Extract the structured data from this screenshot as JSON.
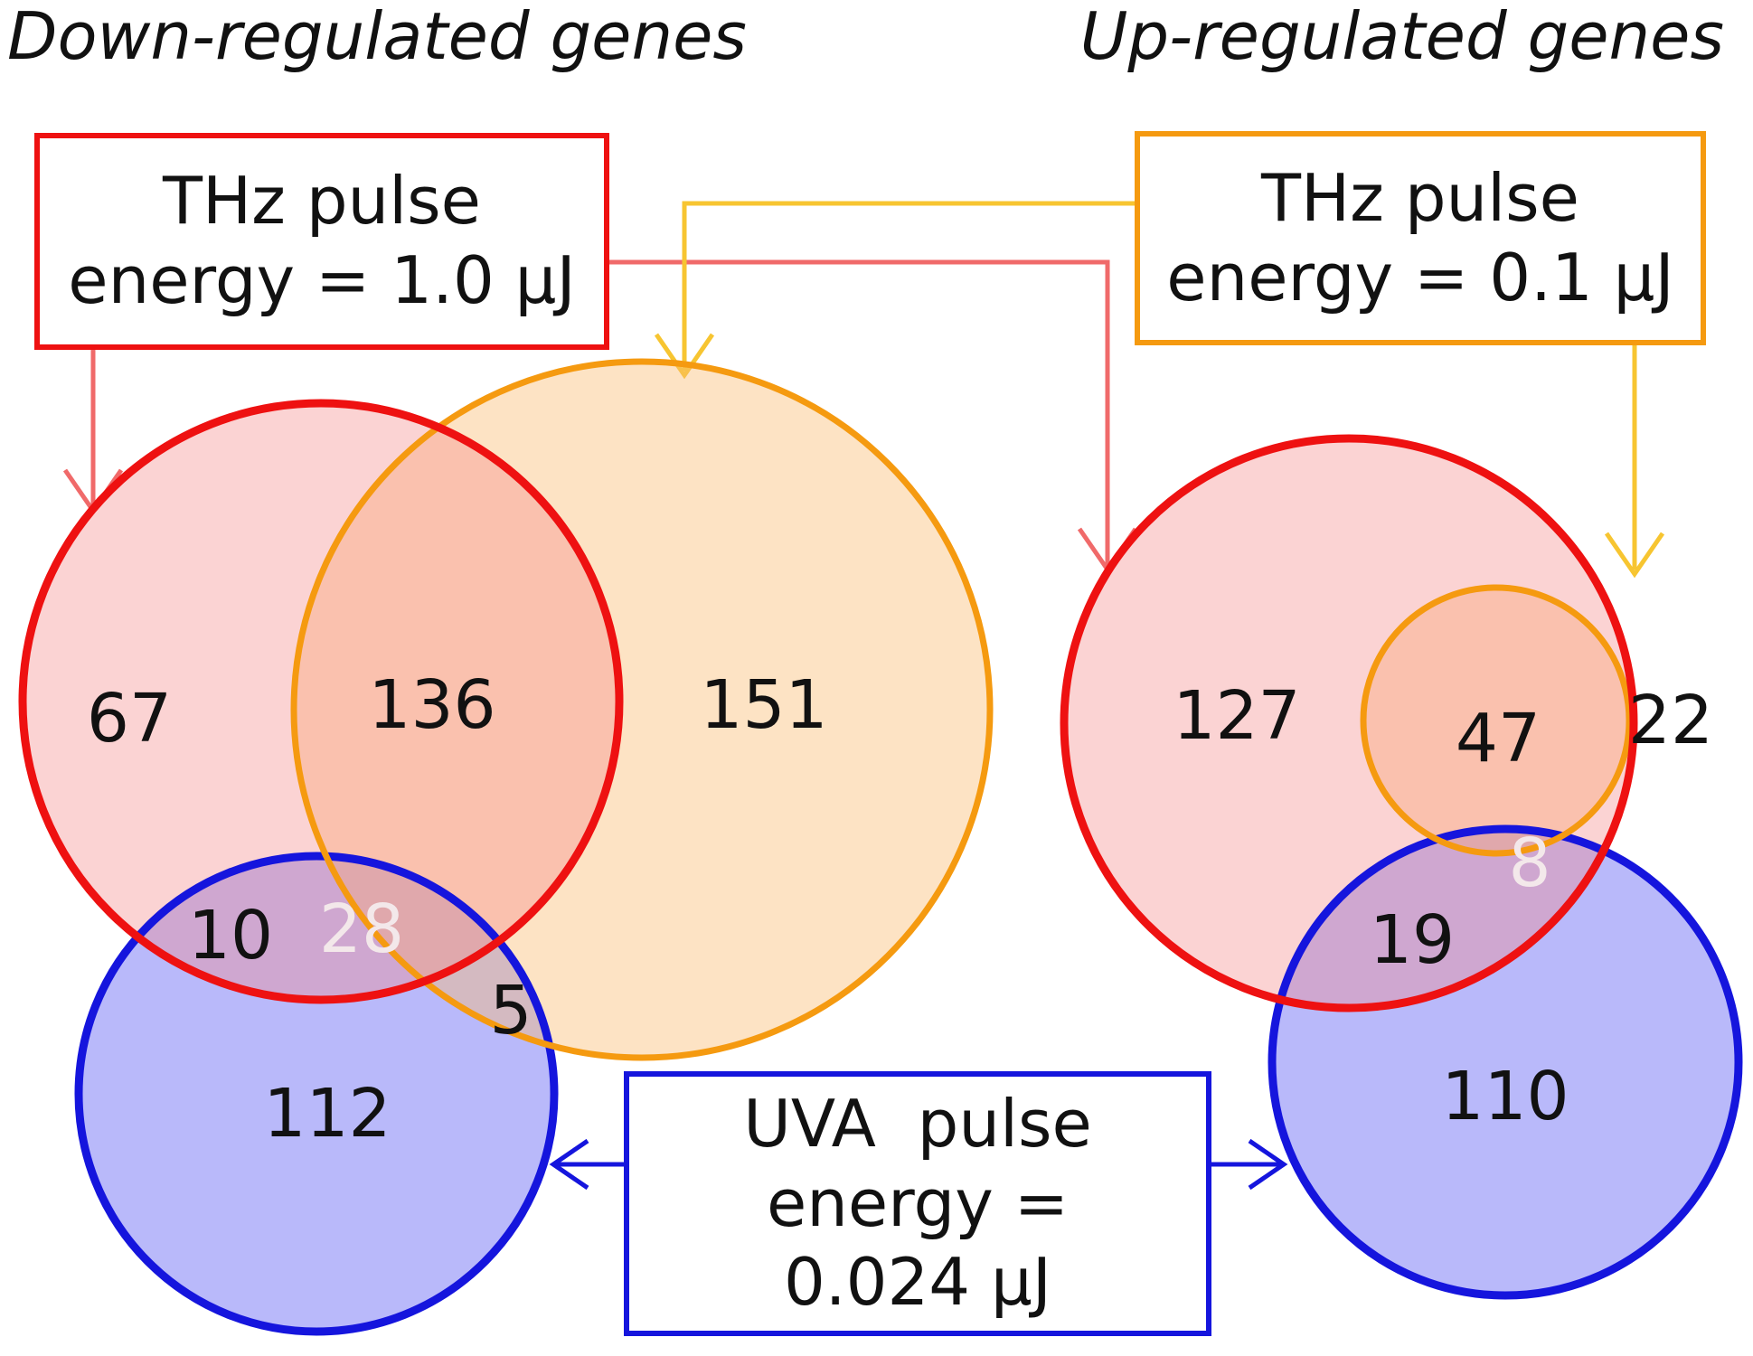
{
  "titles": {
    "left": "Down-regulated genes",
    "right": "Up-regulated genes"
  },
  "legend": {
    "thz_high": {
      "line1": "THz pulse",
      "line2": "energy = 1.0 µJ",
      "color": "#ee1111"
    },
    "thz_low": {
      "line1": "THz pulse",
      "line2": "energy = 0.1 µJ",
      "color": "#f59a10"
    },
    "uva": {
      "line1": "UVA  pulse",
      "line2": "energy =",
      "line3": "0.024 µJ",
      "color": "#1515dd"
    }
  },
  "venn_down": {
    "thz_high_only": "67",
    "thz_high_and_thz_low": "136",
    "thz_low_only": "151",
    "thz_high_and_uva": "10",
    "all_three": "28",
    "thz_low_and_uva": "5",
    "uva_only": "112"
  },
  "venn_up": {
    "thz_high_only": "127",
    "thz_high_and_thz_low": "47",
    "thz_low_only": "22",
    "all_three": "8",
    "thz_high_and_uva": "19",
    "uva_only": "110"
  }
}
